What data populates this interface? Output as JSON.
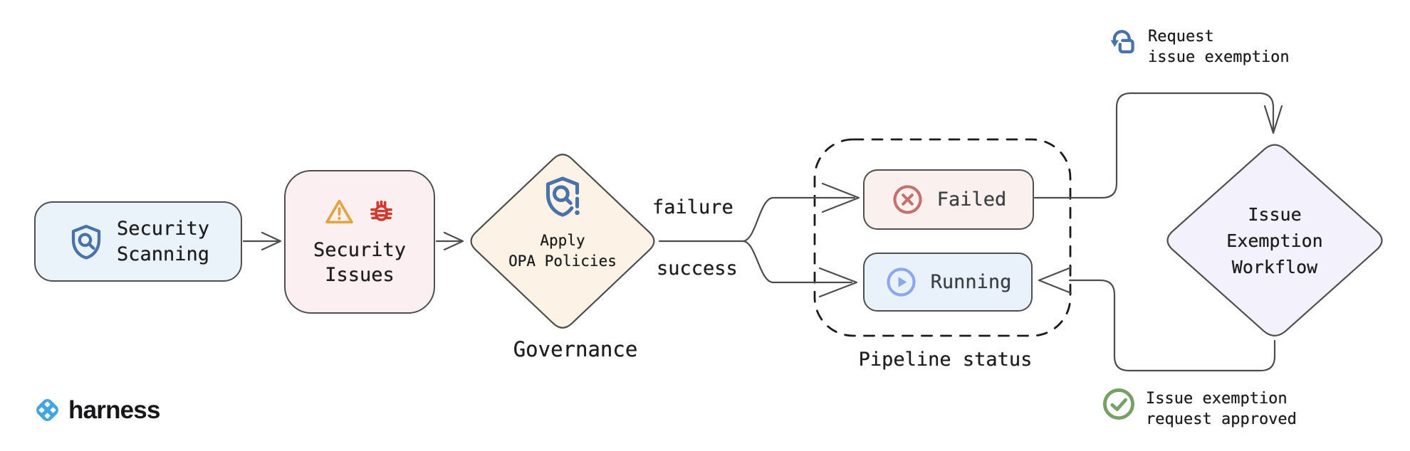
{
  "nodes": {
    "security_scanning": {
      "label": "Security\nScanning",
      "icon": "shield-scan-icon",
      "bg": "#eaf2fa"
    },
    "security_issues": {
      "label": "Security\nIssues",
      "icons": [
        "warning-triangle-icon",
        "bug-icon"
      ],
      "bg": "#fbeff2"
    },
    "apply_opa_policies": {
      "label": "Apply\nOPA Policies",
      "caption": "Governance",
      "icon": "shield-policy-alert-icon",
      "bg": "#fcf3e6"
    },
    "failed": {
      "label": "Failed",
      "icon": "circle-x-icon",
      "icon_color": "#c4706c",
      "bg": "#faf0ed"
    },
    "running": {
      "label": "Running",
      "icon": "circle-play-icon",
      "icon_color": "#8ca7f0",
      "bg": "#e9f2fb"
    },
    "issue_exemption_workflow": {
      "label": "Issue\nExemption\nWorkflow",
      "bg": "#f3f1fb"
    }
  },
  "edge_labels": {
    "failure": "failure",
    "success": "success"
  },
  "containers": {
    "pipeline_status": {
      "label": "Pipeline status",
      "style": "dashed"
    }
  },
  "annotations": {
    "request_exemption": {
      "label": "Request\nissue exemption",
      "icon": "tap-request-icon",
      "icon_color": "#4a72aa"
    },
    "exemption_approved": {
      "label": "Issue exemption\nrequest approved",
      "icon": "check-circle-icon",
      "icon_color": "#76a065"
    }
  },
  "branding": {
    "logo_text": "harness",
    "logo_icon": "harness-diamond-icon",
    "logo_color": "#42a5e0"
  },
  "colors": {
    "connector": "#4d4d4d",
    "node_border": "#4f4f4f",
    "text": "#1e1e1e",
    "status_text": "#3d4043",
    "blue_icon": "#4a72aa",
    "warning_orange": "#e2a43f",
    "bug_red": "#cd3a2e"
  }
}
